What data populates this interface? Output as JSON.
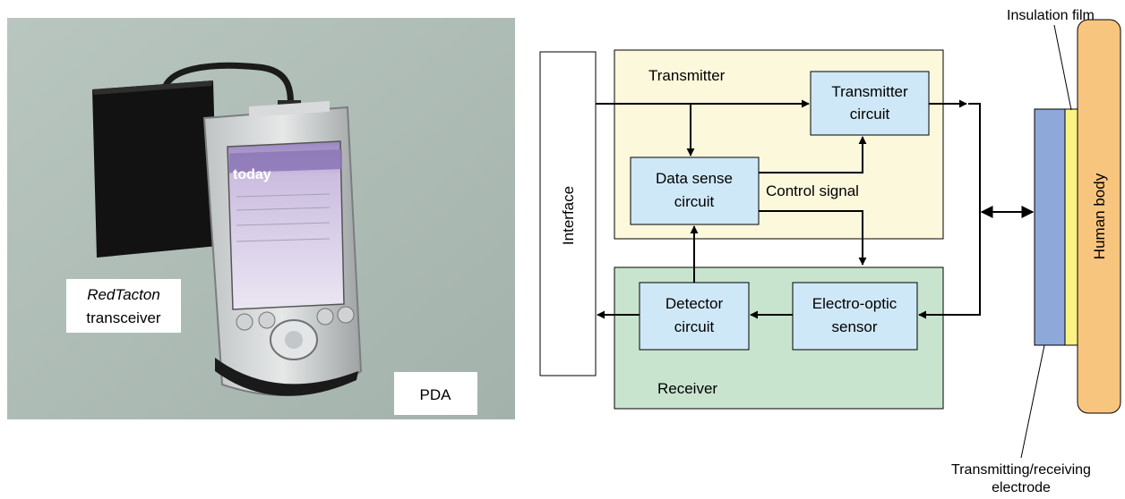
{
  "photo": {
    "transceiver_label_line1": "RedTacton",
    "transceiver_label_line2": "transceiver",
    "pda_label": "PDA",
    "screen_title": "today"
  },
  "diagram": {
    "interface": "Interface",
    "transmitter": "Transmitter",
    "transmitter_circuit": [
      "Transmitter",
      "circuit"
    ],
    "data_sense_circuit": [
      "Data sense",
      "circuit"
    ],
    "control_signal": "Control signal",
    "detector_circuit": [
      "Detector",
      "circuit"
    ],
    "electro_optic_sensor": [
      "Electro-optic",
      "sensor"
    ],
    "receiver": "Receiver",
    "insulation_film": "Insulation film",
    "human_body": "Human body",
    "electrode": [
      "Transmitting/receiving",
      "electrode"
    ]
  },
  "colors": {
    "transmitter_block": "#fcf8dc",
    "receiver_block": "#c8e4ce",
    "circuit_box": "#cfe8f7",
    "electrode": "#8ea9d9",
    "insulation_film": "#fbf284",
    "human_body": "#f8c57f"
  }
}
